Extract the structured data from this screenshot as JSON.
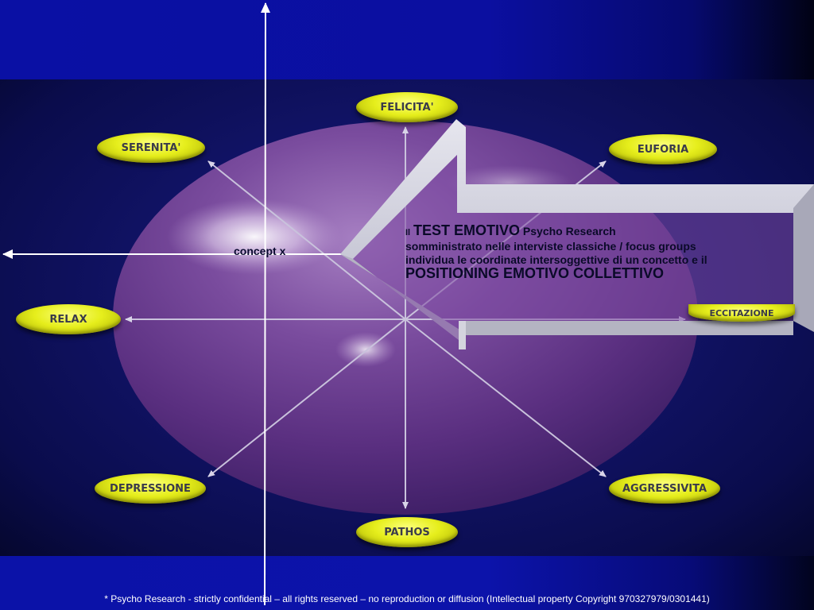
{
  "slide": {
    "concept_label": "concept x",
    "emotions": {
      "felicita": "FELICITA'",
      "euforia": "EUFORIA",
      "serenita": "SERENITA'",
      "relax": "RELAX",
      "eccitazione": "ECCITAZIONE",
      "depressione": "DEPRESSIONE",
      "aggressivita": "AGGRESSIVITA",
      "pathos": "PATHOS"
    },
    "callout": {
      "il": "Il",
      "test_emotivo": "TEST EMOTIVO",
      "psycho_research": "Psycho Research",
      "line2": "somministrato nelle interviste classiche /  focus groups",
      "line3": "individua le coordinate  intersoggettive di un concetto e il",
      "line4": "POSITIONING EMOTIVO COLLETTIVO"
    },
    "footer": "* Psycho Research - strictly confidential – all rights reserved – no reproduction or diffusion    (Intellectual property Copyright  970327979/0301441)"
  },
  "colors": {
    "background": "#0b12a8",
    "sphere": "#6a3d8e",
    "pill": "#e6ee1c",
    "arrow": "#dcdce4"
  },
  "icons": [
    "emotion-sphere",
    "callout-arrow"
  ]
}
